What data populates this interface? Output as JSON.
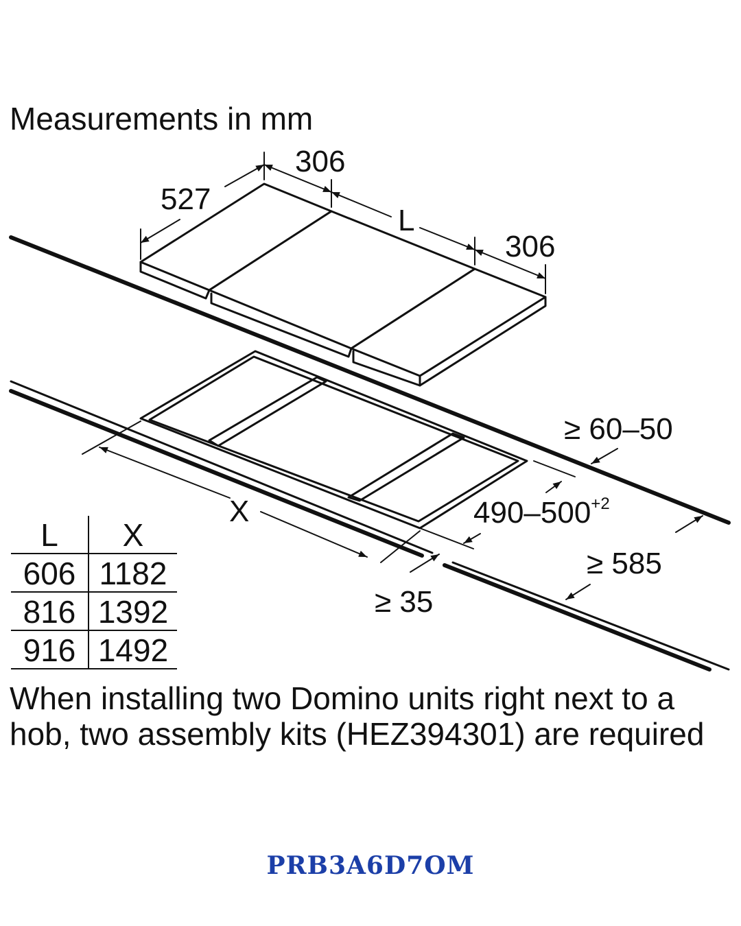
{
  "title": "Measurements in mm",
  "dimensions": {
    "depth": "527",
    "unit_width_left": "306",
    "hob_width": "L",
    "unit_width_right": "306",
    "worktop_clearance": "≥ 60–50",
    "cutout_depth": "490–500",
    "cutout_depth_tolerance": "+2",
    "cutout_width": "X",
    "rear_wall_distance": "≥ 585",
    "front_edge_distance": "≥ 35"
  },
  "size_table": {
    "headers": [
      "L",
      "X"
    ],
    "rows": [
      [
        "606",
        "1182"
      ],
      [
        "816",
        "1392"
      ],
      [
        "916",
        "1492"
      ]
    ]
  },
  "note": "When installing two Domino units right next to a hob, two assembly kits (HEZ394301) are required",
  "model": "PRB3A6D7OM",
  "colors": {
    "line": "#111111",
    "model_text": "#1c3fa8",
    "background": "#ffffff"
  }
}
